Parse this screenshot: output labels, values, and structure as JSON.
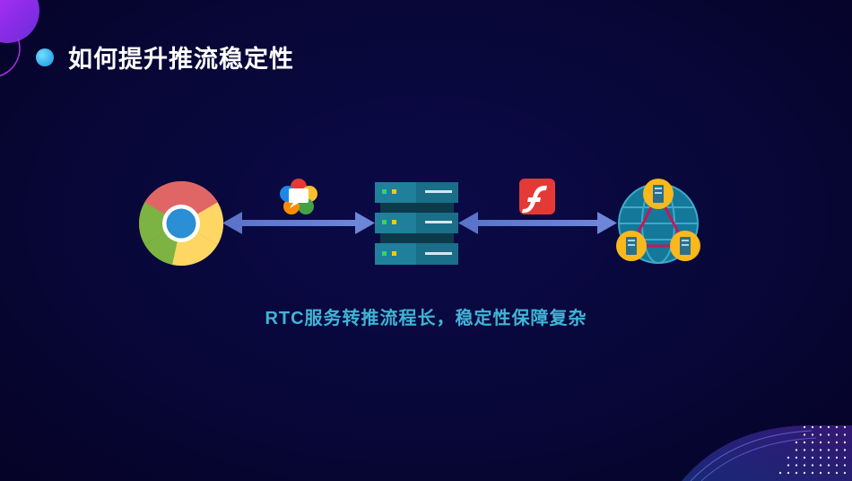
{
  "title": "如何提升推流稳定性",
  "caption": "RTC服务转推流程长，稳定性保障复杂",
  "nodes": [
    {
      "id": "browser",
      "icon": "chrome-icon"
    },
    {
      "id": "server",
      "icon": "server-rack-icon"
    },
    {
      "id": "network",
      "icon": "global-network-icon"
    }
  ],
  "links": [
    {
      "from": "browser",
      "to": "server",
      "protocol_icon": "webrtc-icon",
      "bidirectional": true
    },
    {
      "from": "server",
      "to": "network",
      "protocol_icon": "flash-icon",
      "bidirectional": true
    }
  ],
  "colors": {
    "background": "#080738",
    "title": "#ffffff",
    "caption": "#3fb5d6",
    "arrow": "#5b73c9"
  }
}
